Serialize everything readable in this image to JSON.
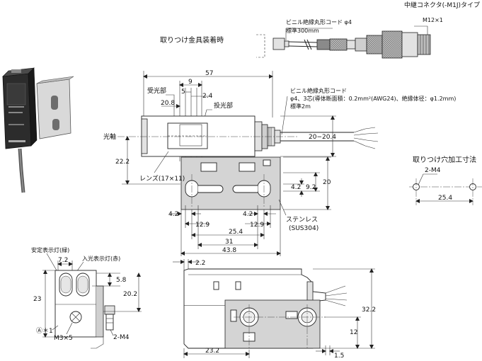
{
  "titles": {
    "connector_type": "中継コネクタ(-M1J)タイプ",
    "mounted_view": "取りつけ金具装着時",
    "hole_dims": "取りつけ穴加工寸法"
  },
  "connector": {
    "cord_spec": "ビニル絶縁丸形コード φ4",
    "cord_length": "標準300mm",
    "thread": "M12×1"
  },
  "main_view": {
    "cord_spec_line1": "ビニル絶縁丸形コード",
    "cord_spec_line2": "φ4、3芯(導体断面積：0.2mm²(AWG24)、絶縁体径：φ1.2mm)",
    "cord_length": "標準2m",
    "receiver": "受光部",
    "emitter": "投光部",
    "optical_axis": "光軸",
    "lens": "レンズ(17×11)",
    "material_line1": "ステンレス",
    "material_line2": "(SUS304)",
    "dims": {
      "d57": "57",
      "d9": "9",
      "d5": "5",
      "d2_4": "2.4",
      "d20_8": "20.8",
      "d20_20_4": "20−20.4",
      "d22_2": "22.2",
      "d4_2_v": "4.2",
      "d9_2": "9.2",
      "d20": "20",
      "d4_2_a": "4.2",
      "d4_2_b": "4.2",
      "d12_9_a": "12.9",
      "d12_9_b": "12.9",
      "d25_4": "25.4",
      "d31": "31",
      "d43_8": "43.8"
    }
  },
  "hole": {
    "label": "2-M4",
    "pitch": "25.4"
  },
  "side_view": {
    "stable_led": "安定表示灯(緑)",
    "light_led": "入光表示灯(赤)",
    "screw": "M3×5",
    "mark": "Ⓐ＊1",
    "tap": "2-M4",
    "dims": {
      "d7_2": "7.2",
      "d5_8": "5.8",
      "d20_2": "20.2",
      "d23": "23"
    }
  },
  "bottom_view": {
    "dims": {
      "d2_2": "2.2",
      "d32_2": "32.2",
      "d12": "12",
      "d23_2": "23.2",
      "d1_5": "1.5"
    }
  }
}
